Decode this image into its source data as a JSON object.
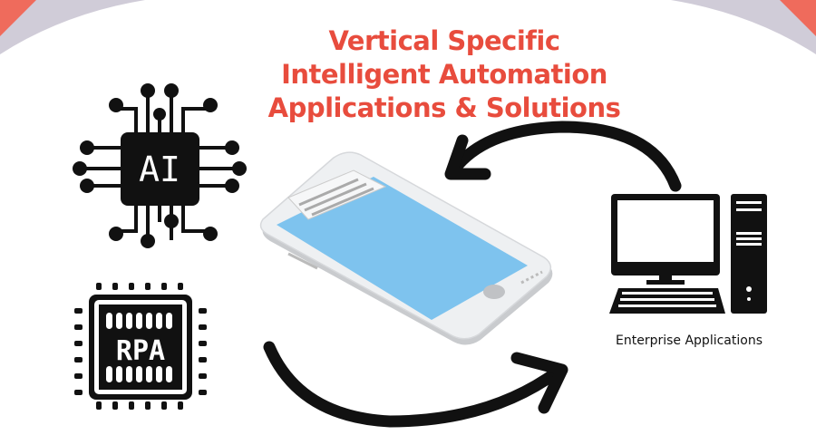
{
  "title": {
    "line1": "Vertical Specific",
    "line2": "Intelligent Automation",
    "line3": "Applications & Solutions"
  },
  "ai_chip": {
    "label": "AI"
  },
  "rpa_chip": {
    "label": "RPA"
  },
  "computer": {
    "label": "Enterprise Applications"
  },
  "colors": {
    "accent": "#e84c3d",
    "corner_gray": "#d0ccd8",
    "screen_blue": "#7ec3ee"
  }
}
